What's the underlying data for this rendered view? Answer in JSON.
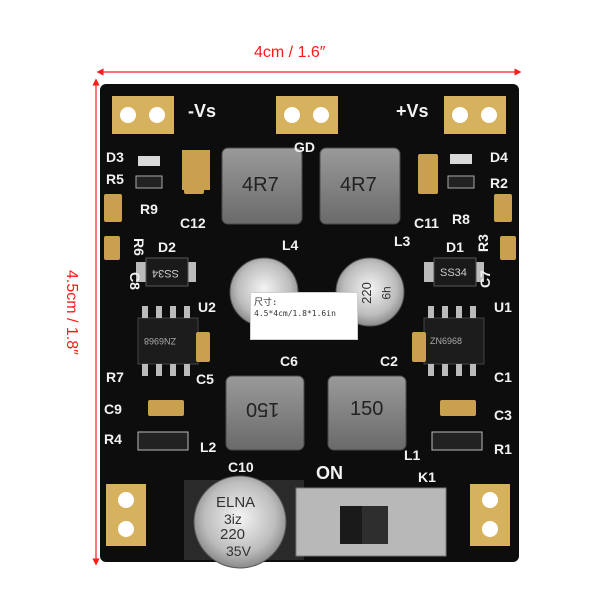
{
  "dimensions": {
    "width_label": "4cm / 1.6″",
    "height_label": "4.5cm / 1.8″"
  },
  "colors": {
    "dimension": "#ff1a1a",
    "board": "#0d0d0d",
    "pad": "#d7b25e",
    "silkscreen": "#f2f2f2"
  },
  "board_labels": {
    "neg_vs": "-Vs",
    "gd": "GD",
    "pos_vs": "+Vs",
    "d3": "D3",
    "d4": "D4",
    "r5": "R5",
    "r2": "R2",
    "r9": "R9",
    "r8": "R8",
    "c12": "C12",
    "c11": "C11",
    "l4": "L4",
    "l3": "L3",
    "r6": "R6",
    "r3": "R3",
    "d2": "D2",
    "d1": "D1",
    "c8": "C8",
    "c7": "C7",
    "u2": "U2",
    "u1": "U1",
    "r7": "R7",
    "c5": "C5",
    "c6": "C6",
    "c2": "C2",
    "c1": "C1",
    "c9": "C9",
    "c3": "C3",
    "r4": "R4",
    "l2": "L2",
    "r1": "R1",
    "l1": "L1",
    "c10": "C10",
    "on": "ON",
    "k1": "K1"
  },
  "component_text": {
    "inductor_top": "4R7",
    "inductor_bottom": "150",
    "diode": "SS34",
    "ic_left": "ZN6968",
    "ic_right": "ZN6968",
    "cap_small_top": "220",
    "cap_small_text": "6h",
    "cap_big_brand": "ELNA",
    "cap_big_line2": "3iz",
    "cap_big_value": "220",
    "cap_big_voltage": "35V"
  },
  "caption": {
    "line1": "尺寸:",
    "line2": "4.5*4cm/1.8*1.6in"
  }
}
